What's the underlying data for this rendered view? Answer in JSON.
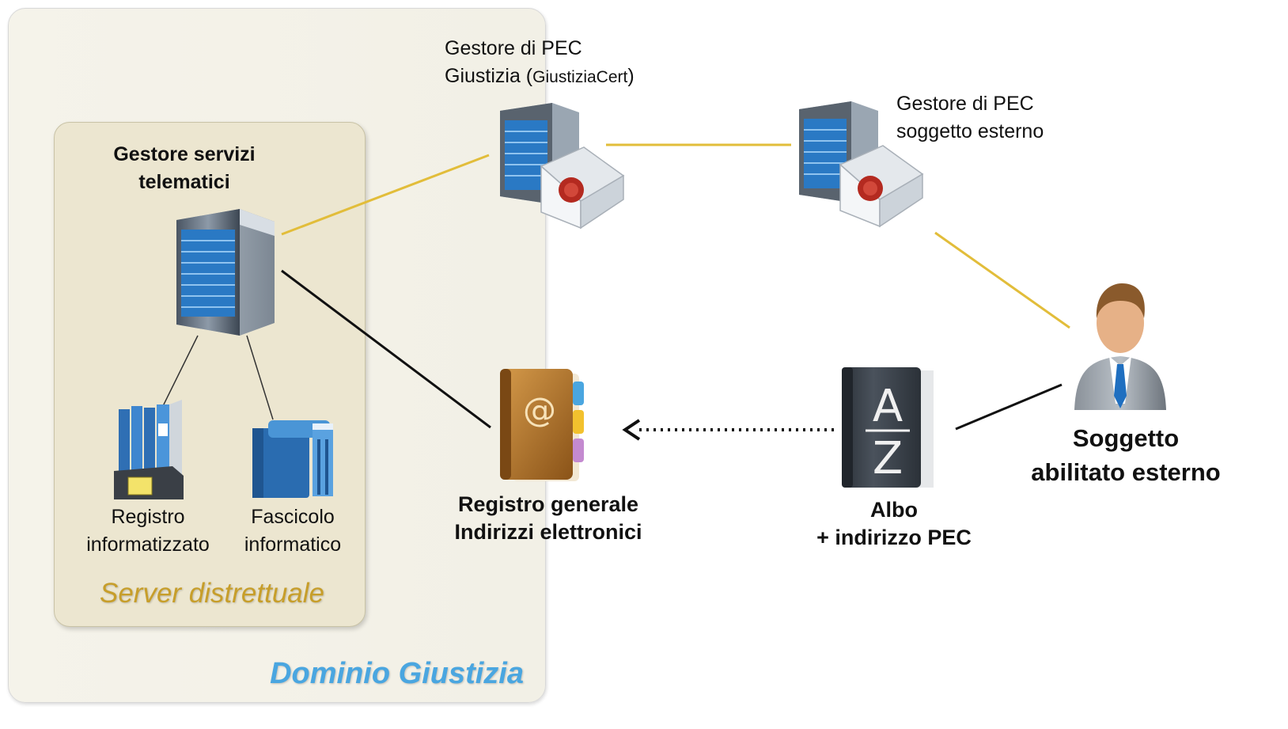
{
  "domain_box": {
    "label": "Dominio Giustizia"
  },
  "server_box": {
    "label": "Server distrettuale"
  },
  "nodes": {
    "gestore_servizi": {
      "line1": "Gestore servizi",
      "line2": "telematici"
    },
    "registro_informatizzato": {
      "line1": "Registro",
      "line2": "informatizzato"
    },
    "fascicolo_informatico": {
      "line1": "Fascicolo",
      "line2": "informatico"
    },
    "pec_giustizia": {
      "line1": "Gestore di PEC",
      "line2_main": "Giustizia (",
      "line2_small": "GiustiziaCert",
      "line2_end": ")"
    },
    "pec_esterno": {
      "line1": "Gestore di PEC",
      "line2": "soggetto esterno"
    },
    "registro_generale": {
      "line1": "Registro generale",
      "line2": "Indirizzi elettronici"
    },
    "albo": {
      "line1": "Albo",
      "line2": "+ indirizzo PEC"
    },
    "soggetto": {
      "line1": "Soggetto",
      "line2": "abilitato esterno"
    }
  },
  "book_letters": [
    "A",
    "Z"
  ],
  "address_book_symbol": "@",
  "colors": {
    "domain_label": "#4aa6e0",
    "server_label": "#c79e2a",
    "pec_line": "#e2bd3a",
    "link_line": "#111111"
  },
  "icons": {
    "gestore_servizi": "server-icon",
    "registro_informatizzato": "file-box-icon",
    "fascicolo_informatico": "books-icon",
    "pec_giustizia": "mail-server-icon",
    "pec_esterno": "mail-server-icon",
    "registro_generale": "address-book-icon",
    "albo": "az-directory-icon",
    "soggetto": "user-icon"
  }
}
